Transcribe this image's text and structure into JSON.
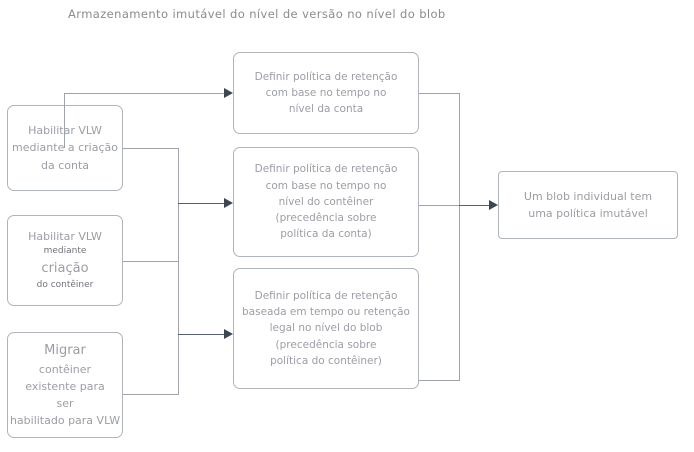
{
  "title": "Armazenamento imutável do nível de versão no nível do blob",
  "colors": {
    "box_border": "#b0b4bb",
    "text": "#9a9ea5",
    "title_text": "#8c8c8c",
    "connector": "#9fa3aa",
    "arrow_head": "#3d4753",
    "background": "#ffffff"
  },
  "nodes": {
    "account": {
      "name": "Habilitar VLW mediante a criação da conta",
      "lines": [
        {
          "text": "Habilitar VLW",
          "size": "md"
        },
        {
          "text": "mediante a criação",
          "size": "md"
        },
        {
          "text": "da conta",
          "size": "md"
        }
      ]
    },
    "container": {
      "name": "Habilitar VLW mediante criação do contêiner",
      "lines": [
        {
          "text": "Habilitar VLW",
          "size": "md"
        },
        {
          "text": "mediante",
          "size": "sm"
        },
        {
          "text": "criação",
          "size": "lg"
        },
        {
          "text": "do contêiner",
          "size": "sm"
        }
      ]
    },
    "migrate": {
      "name": "Migrar contêiner existente para ser habilitado para VLW",
      "lines": [
        {
          "text": "Migrar",
          "size": "lg"
        },
        {
          "text": "contêiner",
          "size": "md"
        },
        {
          "text": "existente para",
          "size": "md"
        },
        {
          "text": "ser",
          "size": "md"
        },
        {
          "text": "habilitado para VLW",
          "size": "md"
        }
      ]
    },
    "policy_account": {
      "name": "Definir política de retenção com base no tempo no nível da conta",
      "lines": [
        {
          "text": "Definir política de retenção",
          "size": "md"
        },
        {
          "text": "com base no tempo no",
          "size": "md"
        },
        {
          "text": "nível da conta",
          "size": "md"
        }
      ]
    },
    "policy_container": {
      "name": "Definir política de retenção com base no tempo no nível do contêiner (precedência sobre política da conta)",
      "lines": [
        {
          "text": "Definir política de retenção",
          "size": "md"
        },
        {
          "text": "com base no tempo no",
          "size": "md"
        },
        {
          "text": "nível do contêiner",
          "size": "md"
        },
        {
          "text": "(precedência sobre",
          "size": "md"
        },
        {
          "text": "política da conta)",
          "size": "md"
        }
      ]
    },
    "policy_blob": {
      "name": "Definir política de retenção baseada em tempo ou retenção legal no nível do blob (precedência sobre política do contêiner)",
      "lines": [
        {
          "text": "Definir política de retenção",
          "size": "md"
        },
        {
          "text": "baseada em tempo ou retenção",
          "size": "md"
        },
        {
          "text": "legal no nível do blob",
          "size": "md"
        },
        {
          "text": "(precedência sobre",
          "size": "md"
        },
        {
          "text": "política do contêiner)",
          "size": "md"
        }
      ]
    },
    "immutable": {
      "name": "Um blob individual tem uma política imutável",
      "lines": [
        {
          "text": "Um blob individual tem",
          "size": "md"
        },
        {
          "text": "uma política imutável",
          "size": "md"
        }
      ]
    }
  }
}
